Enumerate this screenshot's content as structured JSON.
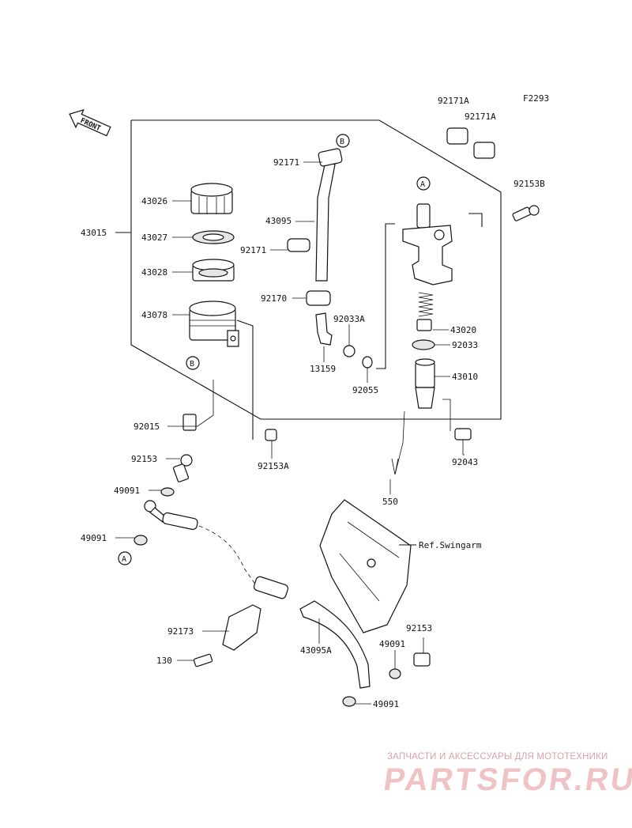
{
  "diagram": {
    "figure_code": "F2293",
    "front_label": "FRONT",
    "ref_label": "Ref.Swingarm",
    "callouts": {
      "A": "A",
      "B": "B"
    },
    "parts": {
      "p92171A_1": "92171A",
      "p92171A_2": "92171A",
      "p92153B": "92153B",
      "p92171_top": "92171",
      "p43026": "43026",
      "p43095": "43095",
      "p43015": "43015",
      "p43027": "43027",
      "p92171_mid": "92171",
      "p43028": "43028",
      "p92170": "92170",
      "p92033A": "92033A",
      "p43078": "43078",
      "p43020": "43020",
      "p92033": "92033",
      "p13159": "13159",
      "p43010": "43010",
      "p92055": "92055",
      "p92015": "92015",
      "p92153A": "92153A",
      "p92043": "92043",
      "p92153_left": "92153",
      "p49091_a": "49091",
      "p550": "550",
      "p49091_b": "49091",
      "p92173": "92173",
      "p92153_right": "92153",
      "p43095A": "43095A",
      "p49091_c": "49091",
      "p130": "130",
      "p49091_d": "49091"
    }
  },
  "watermark": {
    "caption": "ЗАПЧАСТИ И АКСЕССУАРЫ ДЛЯ МОТОТЕХНИКИ",
    "logo": "PARTSFOR.RU"
  },
  "colors": {
    "line": "#111111",
    "background": "#ffffff",
    "watermark": "#efc2c6"
  }
}
